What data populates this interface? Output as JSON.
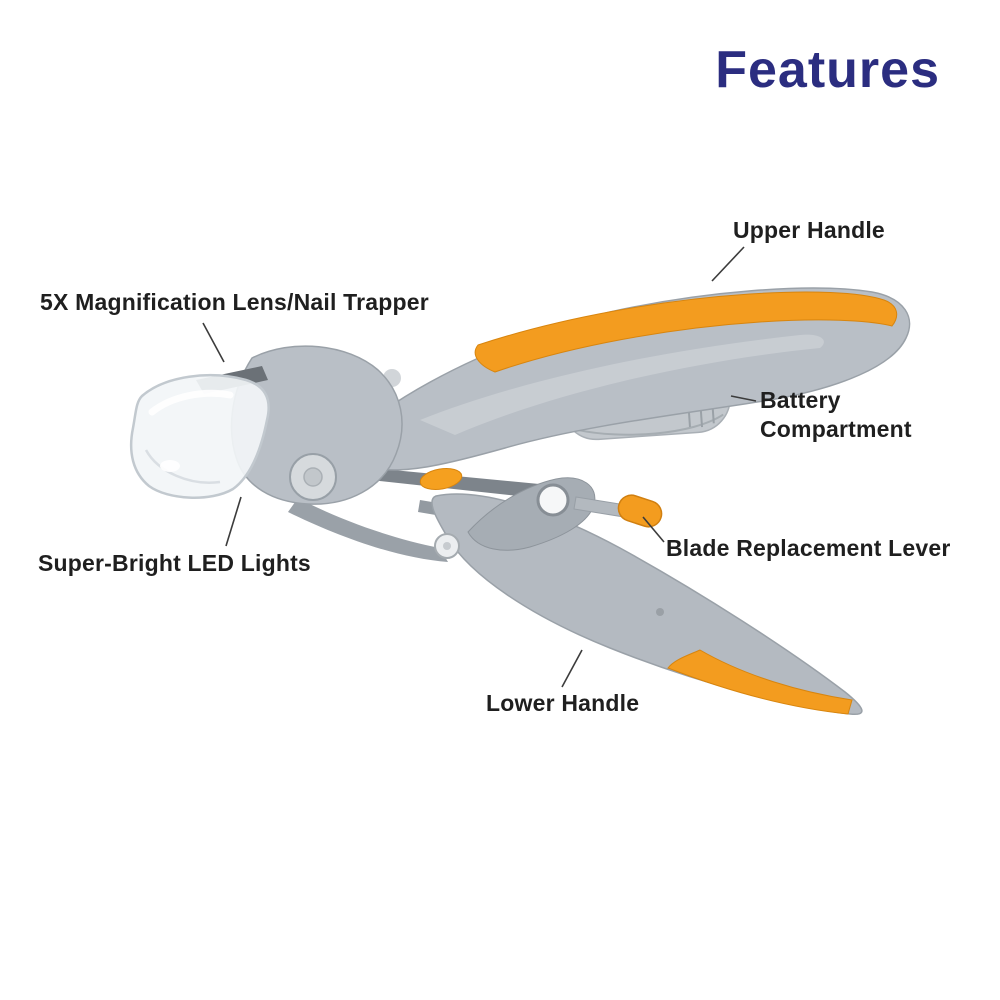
{
  "title": {
    "text": "Features",
    "color": "#2b2d80"
  },
  "callouts": {
    "upper_handle": "Upper Handle",
    "magnification_lens": "5X Magnification Lens/Nail Trapper",
    "battery_compartment": "Battery Compartment",
    "blade_lever": "Blade Replacement Lever",
    "led_lights": "Super-Bright LED Lights",
    "lower_handle": "Lower Handle"
  },
  "illustration": {
    "subject": "pet-nail-clipper",
    "colors": {
      "body_gray": "#b9bfc6",
      "body_gray_dark": "#8d949b",
      "accent_orange": "#f39c1f",
      "lens_clear": "#f2f5f7",
      "callout_line": "#3c3c3c"
    }
  }
}
